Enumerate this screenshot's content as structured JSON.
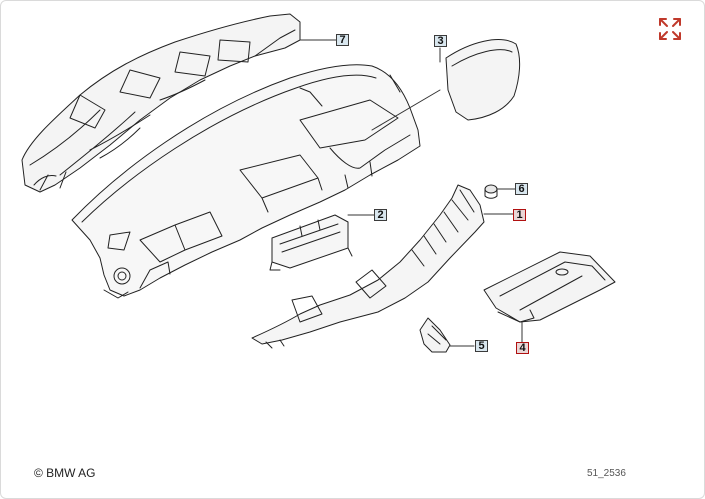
{
  "callouts": [
    {
      "id": "callout-7",
      "label": "7",
      "style": "normal"
    },
    {
      "id": "callout-3",
      "label": "3",
      "style": "normal"
    },
    {
      "id": "callout-6",
      "label": "6",
      "style": "normal"
    },
    {
      "id": "callout-2",
      "label": "2",
      "style": "normal"
    },
    {
      "id": "callout-1",
      "label": "1",
      "style": "alert"
    },
    {
      "id": "callout-5",
      "label": "5",
      "style": "normal"
    },
    {
      "id": "callout-4",
      "label": "4",
      "style": "alert"
    }
  ],
  "footer": {
    "copyright": "© BMW AG",
    "reference": "51_2536"
  },
  "colors": {
    "alert_border": "#b01010",
    "normal_fill": "#d8e6ee",
    "expand_icon": "#c0392b"
  },
  "icons": {
    "expand": "expand-arrows-icon"
  }
}
